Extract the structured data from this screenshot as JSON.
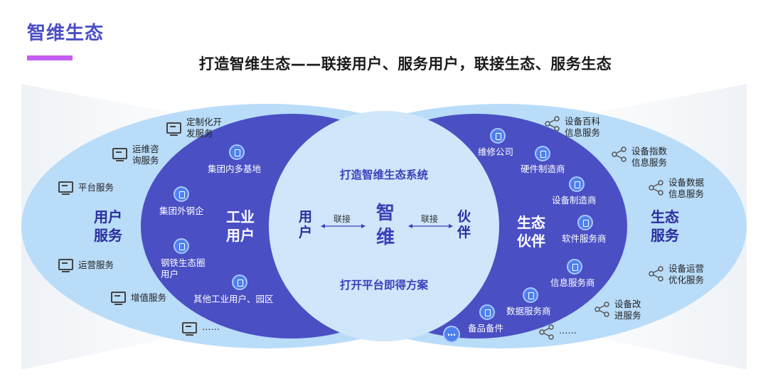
{
  "header": {
    "title": "智维生态",
    "subtitle": "打造智维生态——联接用户、服务用户，联接生态、服务生态"
  },
  "left_outer": {
    "title": "用户\n服务",
    "items": [
      "定制化开\n发服务",
      "运维咨\n询服务",
      "平台服务",
      "运营服务",
      "增值服务",
      "……"
    ]
  },
  "left_inner": {
    "title": "工业\n用户",
    "items": [
      "集团内多基地",
      "集团外钢企",
      "钢铁生态圈\n用户",
      "其他工业用户、园区"
    ]
  },
  "center": {
    "top_text": "打造智维生态系统",
    "bottom_text": "打开平台即得方案",
    "left_label": "用\n户",
    "right_label": "伙\n伴",
    "core": "智\n维",
    "link_left": "联接",
    "link_right": "联接"
  },
  "right_inner": {
    "title": "生态\n伙伴",
    "items": [
      "维修公司",
      "硬件制造商",
      "设备制造商",
      "软件服务商",
      "信息服务商",
      "数据服务商",
      "备品备件",
      "…"
    ]
  },
  "right_outer": {
    "title": "生态\n服务",
    "items": [
      "设备百科\n信息服务",
      "设备指数\n信息服务",
      "设备数据\n信息服务",
      "设备运营\n优化服务",
      "设备改\n进服务",
      "……"
    ]
  },
  "colors": {
    "outer_fill": "#b9dcf9",
    "inner_fill": "#4a4fc4",
    "center_fill": "#cfe6fb",
    "title_color": "#4b4fc4",
    "accent_bar": "#c35ef0"
  },
  "icons": {
    "outer_left": "monitor-icon",
    "outer_right": "share-icon",
    "inner": "device-icon"
  }
}
